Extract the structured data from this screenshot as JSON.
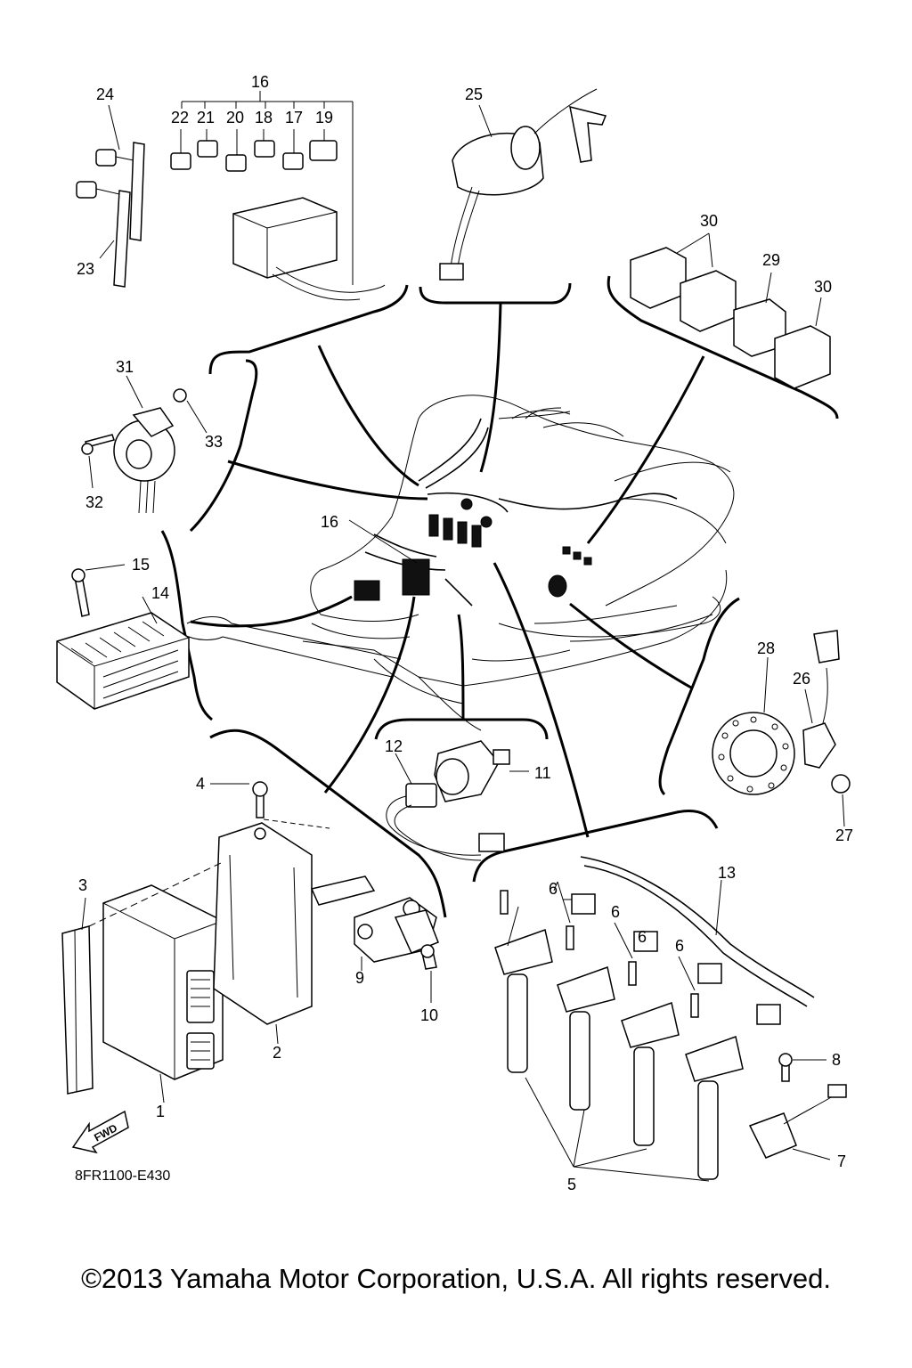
{
  "drawing_code": "8FR1100-E430",
  "copyright": "©2013 Yamaha Motor Corporation, U.S.A. All rights reserved.",
  "fwd_label": "FWD",
  "callouts": {
    "c1": "1",
    "c2": "2",
    "c3": "3",
    "c4": "4",
    "c5": "5",
    "c6a": "6",
    "c6b": "6",
    "c6c": "6",
    "c6d": "6",
    "c7": "7",
    "c8": "8",
    "c9": "9",
    "c10": "10",
    "c11": "11",
    "c12": "12",
    "c13": "13",
    "c14": "14",
    "c15": "15",
    "c16top": "16",
    "c16mid": "16",
    "c17": "17",
    "c18": "18",
    "c19": "19",
    "c20": "20",
    "c21": "21",
    "c22": "22",
    "c23": "23",
    "c24": "24",
    "c25": "25",
    "c26": "26",
    "c27": "27",
    "c28": "28",
    "c29": "29",
    "c30a": "30",
    "c30b": "30",
    "c31": "31",
    "c32": "32",
    "c33": "33"
  }
}
